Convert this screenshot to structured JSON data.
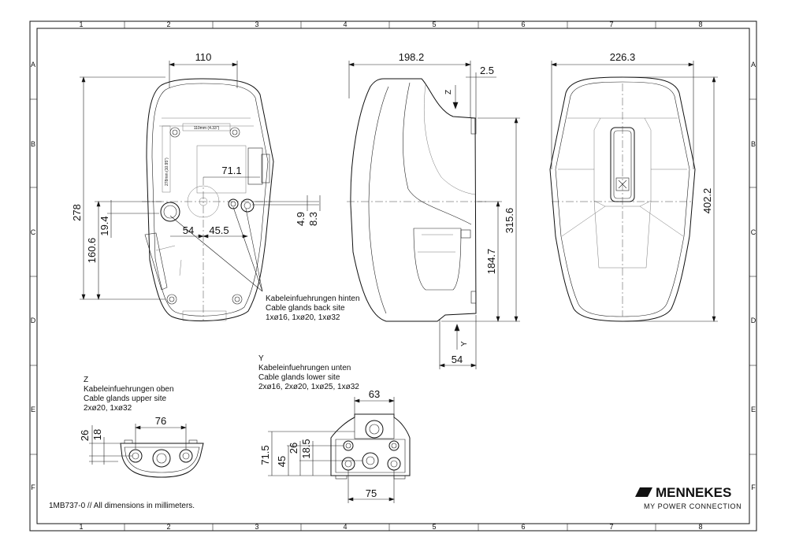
{
  "grid": {
    "columns": [
      "1",
      "2",
      "3",
      "4",
      "5",
      "6",
      "7",
      "8"
    ],
    "rows": [
      "A",
      "B",
      "C",
      "D",
      "E",
      "F"
    ]
  },
  "front_view": {
    "dims": {
      "top_width": "110",
      "height_total": "278",
      "height_160": "160.6",
      "offset_19": "19.4",
      "inner_71": "71.1",
      "gland_54": "54",
      "gland_45": "45.5",
      "dim_4_9": "4.9",
      "dim_8_3": "8.3"
    },
    "stamp_width": "110mm (4.33\")",
    "stamp_height": "278mm (10.95\")",
    "callout": {
      "line1": "Kabeleinfuehrungen hinten",
      "line2": "Cable glands back site",
      "line3": "1xø16, 1xø20, 1xø32"
    }
  },
  "side_view": {
    "dims": {
      "depth": "198.2",
      "offset_2_5": "2.5",
      "height_315": "315.6",
      "height_184": "184.7",
      "bottom_54": "54"
    },
    "arrow_z": "Z",
    "arrow_y": "Y"
  },
  "back_view": {
    "dims": {
      "width": "226.3",
      "height": "402.2"
    }
  },
  "detail_z": {
    "letter": "Z",
    "line1": "Kabeleinfuehrungen oben",
    "line2": "Cable glands upper site",
    "line3": "2xø20, 1xø32",
    "dims": {
      "d76": "76",
      "d26": "26",
      "d18": "18"
    }
  },
  "detail_y": {
    "letter": "Y",
    "line1": "Kabeleinfuehrungen unten",
    "line2": "Cable glands lower site",
    "line3": "2xø16, 2xø20, 1xø25, 1xø32",
    "dims": {
      "d63": "63",
      "d75": "75",
      "d71_5": "71.5",
      "d45": "45",
      "d26": "26",
      "d18_5": "18.5"
    }
  },
  "footer": {
    "drawing_number": "1MB737-0 // All dimensions in millimeters.",
    "brand": "MENNEKES",
    "tagline": "MY POWER CONNECTION"
  }
}
